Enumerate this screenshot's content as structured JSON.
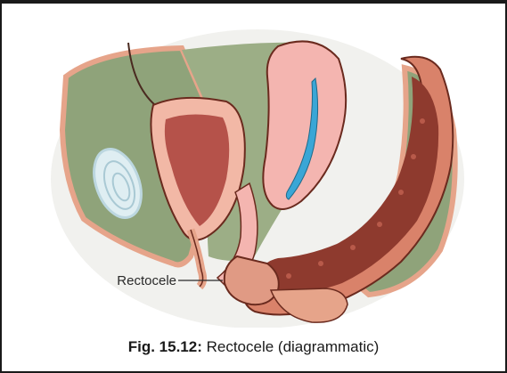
{
  "figure": {
    "caption_label": "Fig. 15.12:",
    "caption_text": "Rectocele (diagrammatic)"
  },
  "diagram": {
    "callout_label": "Rectocele",
    "colors": {
      "pelvic_background": "#8fa37a",
      "pelvic_background_light": "#a8b894",
      "skin_outline": "#e6a48a",
      "bladder_wall": "#f2b8a6",
      "bladder_lumen": "#b5524a",
      "uterus": "#f4b5b0",
      "uterine_cavity": "#3aa6d6",
      "rectum_outer": "#d9826a",
      "rectum_lumen": "#8e3a2e",
      "symphysis": "#bcd7e0",
      "outline": "#6a2a1e"
    }
  }
}
